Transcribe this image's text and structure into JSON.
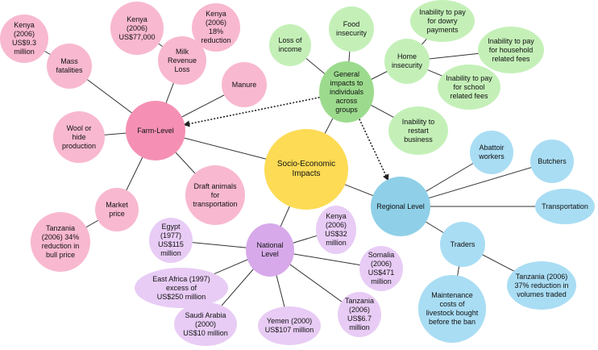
{
  "colors": {
    "center": "#FDDB55",
    "farm_hub": "#F590B4",
    "farm": "#F8B8D0",
    "general_hub": "#9CDB8E",
    "general": "#C4F0B8",
    "regional_hub": "#8FD0E8",
    "regional": "#A9DDF4",
    "national_hub": "#D7A9EA",
    "national": "#E8CCF5",
    "edge": "#333333"
  },
  "nodes": {
    "center": "Socio-Economic\nImpacts",
    "farm_level": "Farm-Level",
    "mass_fatalities": "Mass\nfatalities",
    "kenya_9_3": "Kenya\n(2006)\nUS$9.3\nmillion",
    "milk_revenue_loss": "Milk\nRevenue\nLoss",
    "kenya_77000": "Kenya\n(2006)\nUS$77,000",
    "kenya_18pct": "Kenya\n(2006)\n18%\nreduction",
    "manure": "Manure",
    "wool_hide": "Wool or\nhide\nproduction",
    "draft_animals": "Draft animals\nfor\ntransportation",
    "market_price": "Market\nprice",
    "tanzania_34pct": "Tanzania\n(2006) 34%\nreduction in\nbull price",
    "general_impacts": "General\nimpacts to\nindividuals\nacross\ngroups",
    "loss_of_income": "Loss of\nincome",
    "food_insecurity": "Food\ninsecurity",
    "home_insecurity": "Home\ninsecurity",
    "dowry": "Inability to pay\nfor dowry\npayments",
    "household_fees": "Inability to pay\nfor household\nrelated fees",
    "school_fees": "Inability to pay\nfor school\nrelated fees",
    "restart_business": "Inability to\nrestart\nbusiness",
    "regional_level": "Regional Level",
    "abattoir": "Abattoir\nworkers",
    "butchers": "Butchers",
    "transportation": "Transportation",
    "traders": "Traders",
    "tanzania_37pct": "Tanzania (2006)\n37% reduction in\nvolumes traded",
    "maintenance_costs": "Maintenance\ncosts of\nlivestock bought\nbefore the ban",
    "national_level": "National\nLevel",
    "kenya_32m": "Kenya\n(2006)\nUS$32\nmillion",
    "egypt": "Egypt\n(1977)\nUS$115\nmillion",
    "somalia": "Somalia\n(2006)\nUS$471\nmillion",
    "east_africa": "East Africa (1997)\nexcess of\nUS$250 million",
    "tanzania_6_7m": "Tanzania\n(2006)\nUS$6.7\nmillion",
    "saudi": "Saudi Arabia\n(2000)\nUS$10 million",
    "yemen": "Yemen (2000)\nUS$107 million"
  }
}
